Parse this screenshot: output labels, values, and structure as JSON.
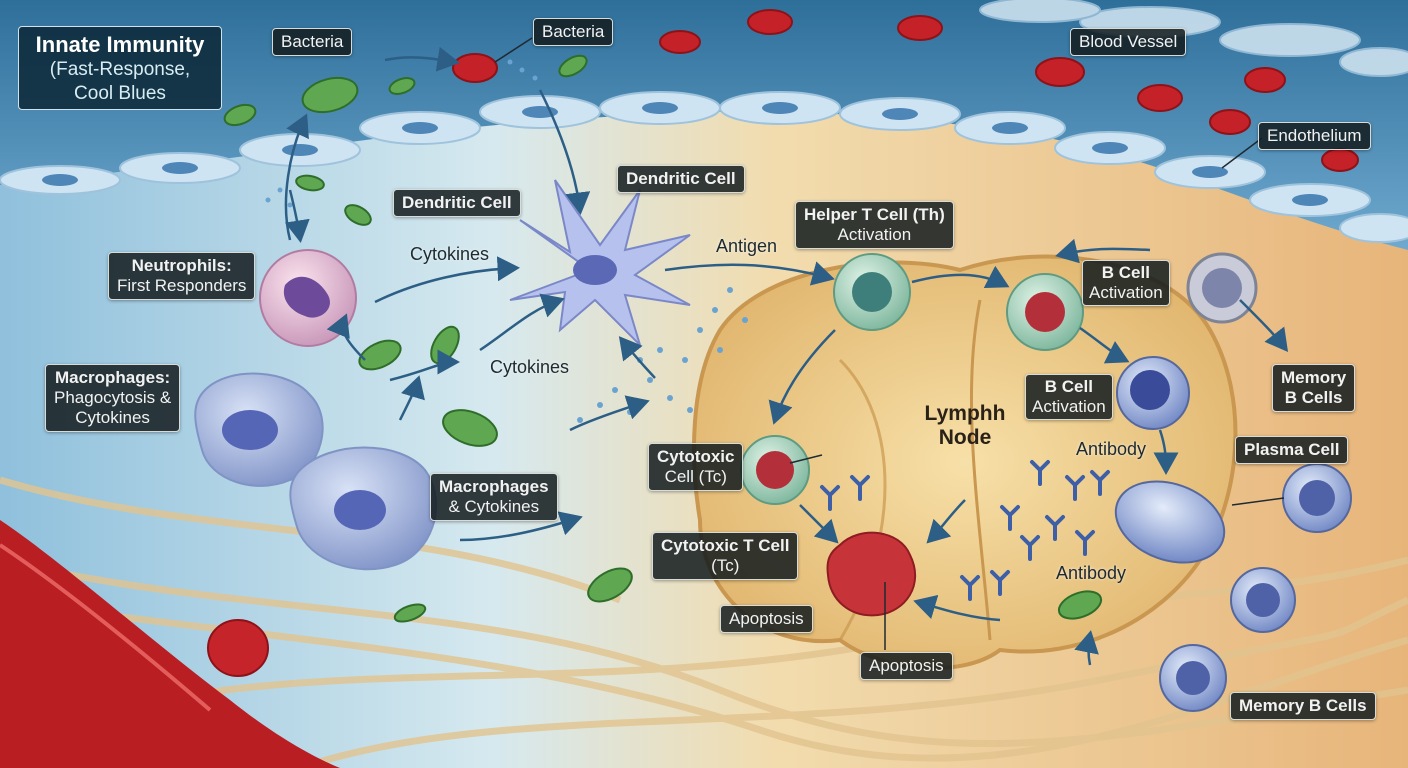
{
  "title": {
    "main": "Innate Immunity",
    "line2": "(Fast-Response,",
    "line3": "Cool Blues"
  },
  "labels": {
    "bacteria_left": "Bacteria",
    "bacteria_top": "Bacteria",
    "blood_vessel": "Blood Vessel",
    "endothelium": "Endothelium",
    "dendritic_left": "Dendritic Cell",
    "dendritic_right": "Dendritic Cell",
    "helper_t_1": "Helper T Cell (Th)",
    "helper_t_2": "Activation",
    "b_cell_top_1": "B Cell",
    "b_cell_top_2": "Activation",
    "b_cell_mid_1": "B Cell",
    "b_cell_mid_2": "Activation",
    "neutrophils_1": "Neutrophils:",
    "neutrophils_2": "First Responders",
    "macrophages_left_1": "Macrophages:",
    "macrophages_left_2": "Phagocytosis &",
    "macrophages_left_3": "Cytokines",
    "macrophages_center_1": "Macrophages",
    "macrophages_center_2": "& Cytokines",
    "cytotoxic_cell_1": "Cytotoxic",
    "cytotoxic_cell_2": "Cell (Tc)",
    "cytotoxic_t_1": "Cytotoxic T Cell",
    "cytotoxic_t_2": "(Tc)",
    "apoptosis_left": "Apoptosis",
    "apoptosis_bottom": "Apoptosis",
    "memory_b_right_1": "Memory",
    "memory_b_right_2": "B Cells",
    "plasma_cell": "Plasma Cell",
    "memory_b_bottom": "Memory B Cells"
  },
  "plain_text": {
    "cytokines_top": "Cytokines",
    "cytokines_mid": "Cytokines",
    "antigen": "Antigen",
    "antibody_top": "Antibody",
    "antibody_bottom": "Antibody"
  },
  "lymph_node": {
    "line1": "Lymphh",
    "line2": "Node"
  },
  "colors": {
    "innate_blue": "#7fb3d4",
    "adaptive_tan": "#e9c48a",
    "blood_red": "#b81e22",
    "label_bg": "#141c1e"
  }
}
